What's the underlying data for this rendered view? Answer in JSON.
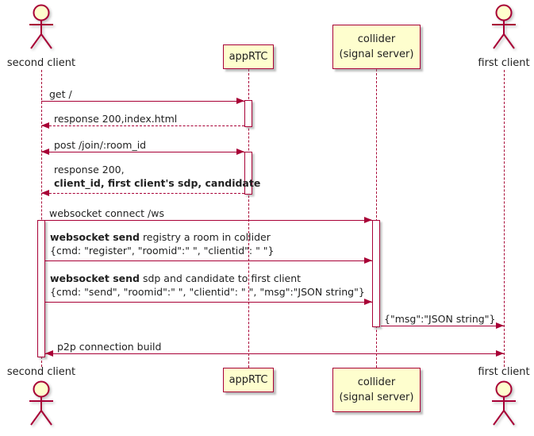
{
  "diagram": {
    "type": "uml-sequence",
    "colors": {
      "accent": "#A80036",
      "participant_fill": "#FEFECE",
      "activation_fill": "#FFFFFF",
      "text": "#222222"
    },
    "participants": {
      "second_client": {
        "label": "second client",
        "kind": "actor"
      },
      "apprtc": {
        "label": "appRTC",
        "kind": "participant"
      },
      "collider": {
        "line1": "collider",
        "line2": "(signal server)",
        "kind": "participant"
      },
      "first_client": {
        "label": "first client",
        "kind": "actor"
      }
    },
    "messages": [
      {
        "from": "second client",
        "to": "appRTC",
        "style": "solid",
        "label": "get /"
      },
      {
        "from": "appRTC",
        "to": "second client",
        "style": "dashed",
        "label": "response 200,index.html"
      },
      {
        "from": "second client",
        "to": "appRTC",
        "style": "solid-bidirectional",
        "label": "post /join/:room_id"
      },
      {
        "from": "appRTC",
        "to": "second client",
        "style": "dashed",
        "line1": "response 200,",
        "line2_bold": "client_id, first client's sdp, candidate"
      },
      {
        "from": "second client",
        "to": "collider",
        "style": "solid",
        "label": "websocket connect /ws"
      },
      {
        "from": "second client",
        "to": "collider",
        "style": "solid",
        "line1_bold": "websocket send",
        "line1_rest": " registry a room in collider",
        "line2": "{cmd: \"register\", \"roomid\":\" \", \"clientid\": \" \"}"
      },
      {
        "from": "second client",
        "to": "collider",
        "style": "solid",
        "line1_bold": "websocket send",
        "line1_rest": " sdp and candidate to first client",
        "line2": "{cmd: \"send\", \"roomid\":\" \", \"clientid\": \" \", \"msg\":\"JSON string\"}"
      },
      {
        "from": "collider",
        "to": "first client",
        "style": "solid",
        "label": "{\"msg\":\"JSON string\"}"
      },
      {
        "from": "second client",
        "to": "first client",
        "style": "solid-bidirectional",
        "label": "p2p connection build"
      }
    ]
  }
}
